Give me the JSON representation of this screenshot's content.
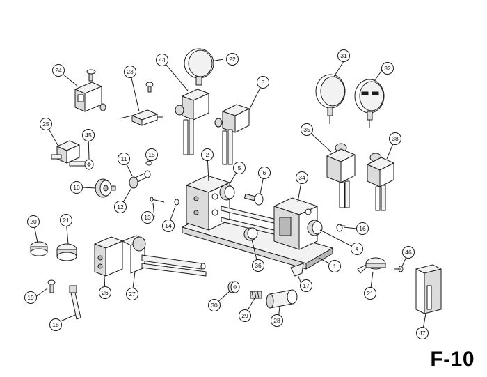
{
  "diagram": {
    "page_id": "F-10",
    "callouts": [
      {
        "id": "c1",
        "label": "1"
      },
      {
        "id": "c2",
        "label": "2"
      },
      {
        "id": "c3",
        "label": "3"
      },
      {
        "id": "c4",
        "label": "4"
      },
      {
        "id": "c5",
        "label": "5"
      },
      {
        "id": "c6",
        "label": "6"
      },
      {
        "id": "c10",
        "label": "10"
      },
      {
        "id": "c11",
        "label": "11"
      },
      {
        "id": "c12",
        "label": "12"
      },
      {
        "id": "c13",
        "label": "13"
      },
      {
        "id": "c14",
        "label": "14"
      },
      {
        "id": "c15",
        "label": "15"
      },
      {
        "id": "c16",
        "label": "16"
      },
      {
        "id": "c17",
        "label": "17"
      },
      {
        "id": "c18",
        "label": "18"
      },
      {
        "id": "c19",
        "label": "19"
      },
      {
        "id": "c20",
        "label": "20"
      },
      {
        "id": "c21a",
        "label": "21"
      },
      {
        "id": "c21b",
        "label": "21"
      },
      {
        "id": "c22",
        "label": "22"
      },
      {
        "id": "c23",
        "label": "23"
      },
      {
        "id": "c24",
        "label": "24"
      },
      {
        "id": "c25",
        "label": "25"
      },
      {
        "id": "c26",
        "label": "26"
      },
      {
        "id": "c27",
        "label": "27"
      },
      {
        "id": "c28",
        "label": "28"
      },
      {
        "id": "c29",
        "label": "29"
      },
      {
        "id": "c30",
        "label": "30"
      },
      {
        "id": "c31",
        "label": "31"
      },
      {
        "id": "c32",
        "label": "32"
      },
      {
        "id": "c34",
        "label": "34"
      },
      {
        "id": "c35",
        "label": "35"
      },
      {
        "id": "c36",
        "label": "36"
      },
      {
        "id": "c38",
        "label": "38"
      },
      {
        "id": "c44",
        "label": "44"
      },
      {
        "id": "c45",
        "label": "45"
      },
      {
        "id": "c46",
        "label": "46"
      },
      {
        "id": "c47",
        "label": "47"
      }
    ]
  }
}
